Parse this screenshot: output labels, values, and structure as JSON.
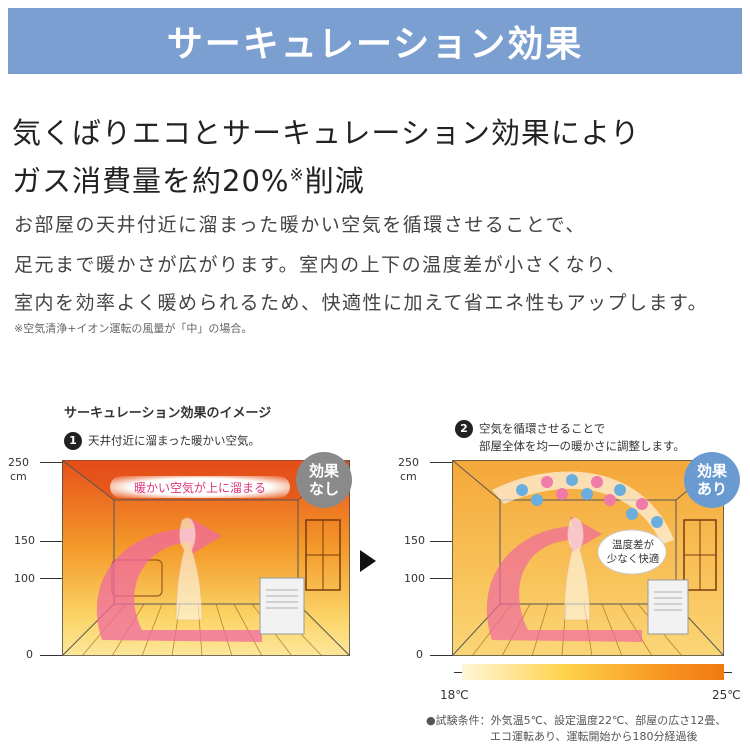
{
  "banner": {
    "title": "サーキュレーション効果"
  },
  "headline": {
    "line1": "気くばりエコとサーキュレーション効果により",
    "line2_prefix": "ガス消費量を約20%",
    "line2_note": "※",
    "line2_suffix": "削減"
  },
  "body": {
    "line1": "お部屋の天井付近に溜まった暖かい空気を循環させることで、",
    "line2": "足元まで暖かさが広がります。室内の上下の温度差が小さくなり、",
    "line3": "室内を効率よく暖められるため、快適性に加えて省エネ性もアップします。"
  },
  "footnote": "※空気清浄+イオン運転の風量が「中」の場合。",
  "illustration": {
    "title": "サーキュレーション効果のイメージ",
    "step1": {
      "number": "1",
      "text": "天井付近に溜まった暖かい空気。"
    },
    "step2": {
      "number": "2",
      "text_line1": "空気を循環させることで",
      "text_line2": "部屋全体を均一の暖かさに調整します。"
    },
    "axis": {
      "label_250": "250",
      "unit": "cm",
      "label_150": "150",
      "label_100": "100",
      "label_0": "0"
    },
    "badge_off": {
      "line1": "効果",
      "line2": "なし"
    },
    "badge_on": {
      "line1": "効果",
      "line2": "あり"
    },
    "warm_air_label": "暖かい空気が上に溜まる",
    "bubble": {
      "line1": "温度差が",
      "line2": "少なく快適"
    },
    "temperature": {
      "min": "18℃",
      "max": "25℃"
    },
    "conditions": {
      "line1": "●試験条件：外気温5℃、設定温度22℃、部屋の広さ12畳、",
      "line2": "エコ運転あり、運転開始から180分経過後"
    }
  }
}
